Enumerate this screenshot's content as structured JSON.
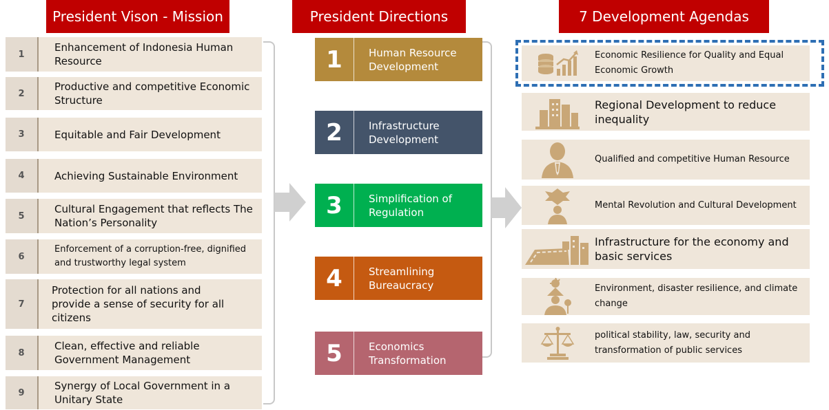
{
  "headers": {
    "vision": "President Vison - Mission",
    "directions": "President Directions",
    "agendas": "7 Development Agendas"
  },
  "vision_mission": [
    {
      "num": "1",
      "text": "Enhancement of Indonesia Human Resource"
    },
    {
      "num": "2",
      "text": "Productive and competitive Economic Structure"
    },
    {
      "num": "3",
      "text": "Equitable and Fair Development"
    },
    {
      "num": "4",
      "text": "Achieving Sustainable Environment"
    },
    {
      "num": "5",
      "text": "Cultural Engagement that reflects The Nation’s Personality"
    },
    {
      "num": "6",
      "text": "Enforcement of a corruption-free, dignified and trustworthy legal system"
    },
    {
      "num": "7",
      "text": "Protection for all nations and provide a sense of security for all citizens"
    },
    {
      "num": "8",
      "text": "Clean, effective and reliable Government Management"
    },
    {
      "num": "9",
      "text": "Synergy of Local Government in a Unitary State"
    }
  ],
  "directions": [
    {
      "num": "1",
      "label": "Human Resource Development",
      "color": "#b48a3c"
    },
    {
      "num": "2",
      "label": "Infrastructure Development",
      "color": "#44546a"
    },
    {
      "num": "3",
      "label": "Simplification of Regulation",
      "color": "#00b050"
    },
    {
      "num": "4",
      "label": "Streamlining Bureaucracy",
      "color": "#c55a11"
    },
    {
      "num": "5",
      "label": "Economics Transformation",
      "color": "#b5656f"
    }
  ],
  "agendas": [
    {
      "text": "Economic Resilience for Quality and Equal Economic Growth",
      "icon": "coins-growth-chart-icon"
    },
    {
      "text": "Regional Development to reduce inequality",
      "icon": "city-buildings-icon"
    },
    {
      "text": "Qualified and competitive Human Resource",
      "icon": "businessman-icon"
    },
    {
      "text": "Mental Revolution and Cultural Development",
      "icon": "garuda-person-icon"
    },
    {
      "text": "Infrastructure for the economy and basic services",
      "icon": "road-city-icon"
    },
    {
      "text": "Environment, disaster resilience, and climate change",
      "icon": "environment-person-icon"
    },
    {
      "text": "political stability, law, security and transformation of public services",
      "icon": "scales-of-justice-icon"
    }
  ],
  "colors": {
    "header": "#c00000",
    "row_bg": "#efe6da",
    "highlight": "#2e6fb4",
    "icon": "#c9a777"
  }
}
